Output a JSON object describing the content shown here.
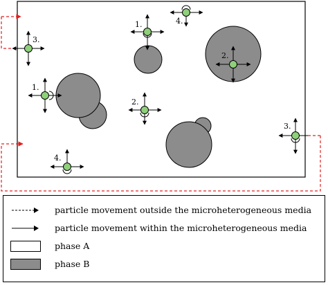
{
  "labels": {
    "p3_left": "3.",
    "p1_top": "1.",
    "p4_top": "4.",
    "p2_right": "2.",
    "p1_left": "1.",
    "p2_mid": "2.",
    "p3_right": "3.",
    "p4_bottom": "4."
  },
  "legend": {
    "dashed_arrow": "particle movement outside the microheterogeneous media",
    "solid_arrow": "particle movement within the microheterogeneous media",
    "phase_a": "phase A",
    "phase_b": "phase B"
  },
  "colors": {
    "phase_b": "#8c8c8c",
    "particle": "#8fd07a",
    "dashed_path": "#e02020",
    "outline": "#000000"
  }
}
